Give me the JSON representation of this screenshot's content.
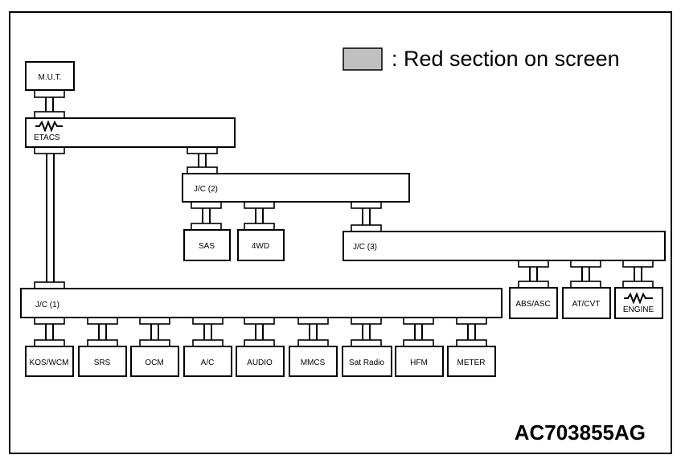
{
  "legend": {
    "text": ": Red section on screen",
    "swatch_color": "#c0c0c0"
  },
  "figure_code": "AC703855AG",
  "nodes": {
    "mut": "M.U.T.",
    "etacs": "ETACS",
    "jc2": "J/C (2)",
    "jc3": "J/C (3)",
    "jc1": "J/C (1)",
    "sas": "SAS",
    "fourwd": "4WD",
    "abs": "ABS/ASC",
    "atcvt": "AT/CVT",
    "engine": "ENGINE",
    "kos": "KOS/WCM",
    "srs": "SRS",
    "ocm": "OCM",
    "ac": "A/C",
    "audio": "AUDIO",
    "mmcs": "MMCS",
    "satradio": "Sat Radio",
    "hfm": "HFM",
    "meter": "METER"
  },
  "icons": {
    "etacs": "resistor-icon",
    "engine": "resistor-icon"
  }
}
